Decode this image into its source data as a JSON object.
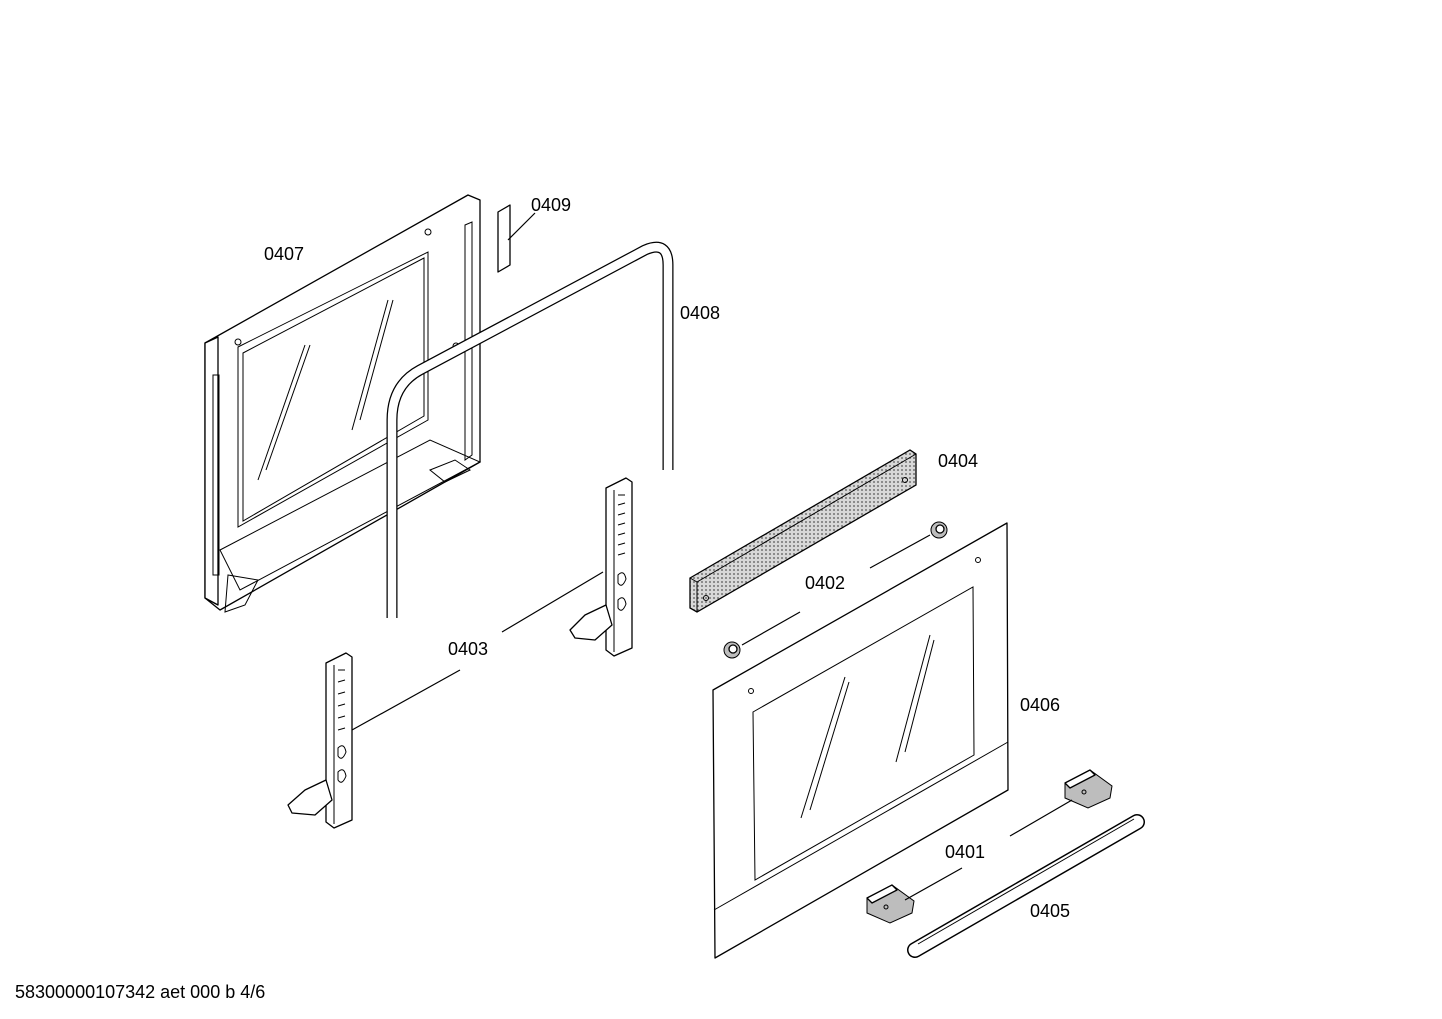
{
  "diagram": {
    "labels": {
      "p0401": "0401",
      "p0402": "0402",
      "p0403": "0403",
      "p0404": "0404",
      "p0405": "0405",
      "p0406": "0406",
      "p0407": "0407",
      "p0408": "0408",
      "p0409": "0409"
    },
    "footer": "58300000107342 aet 000 b 4/6"
  }
}
